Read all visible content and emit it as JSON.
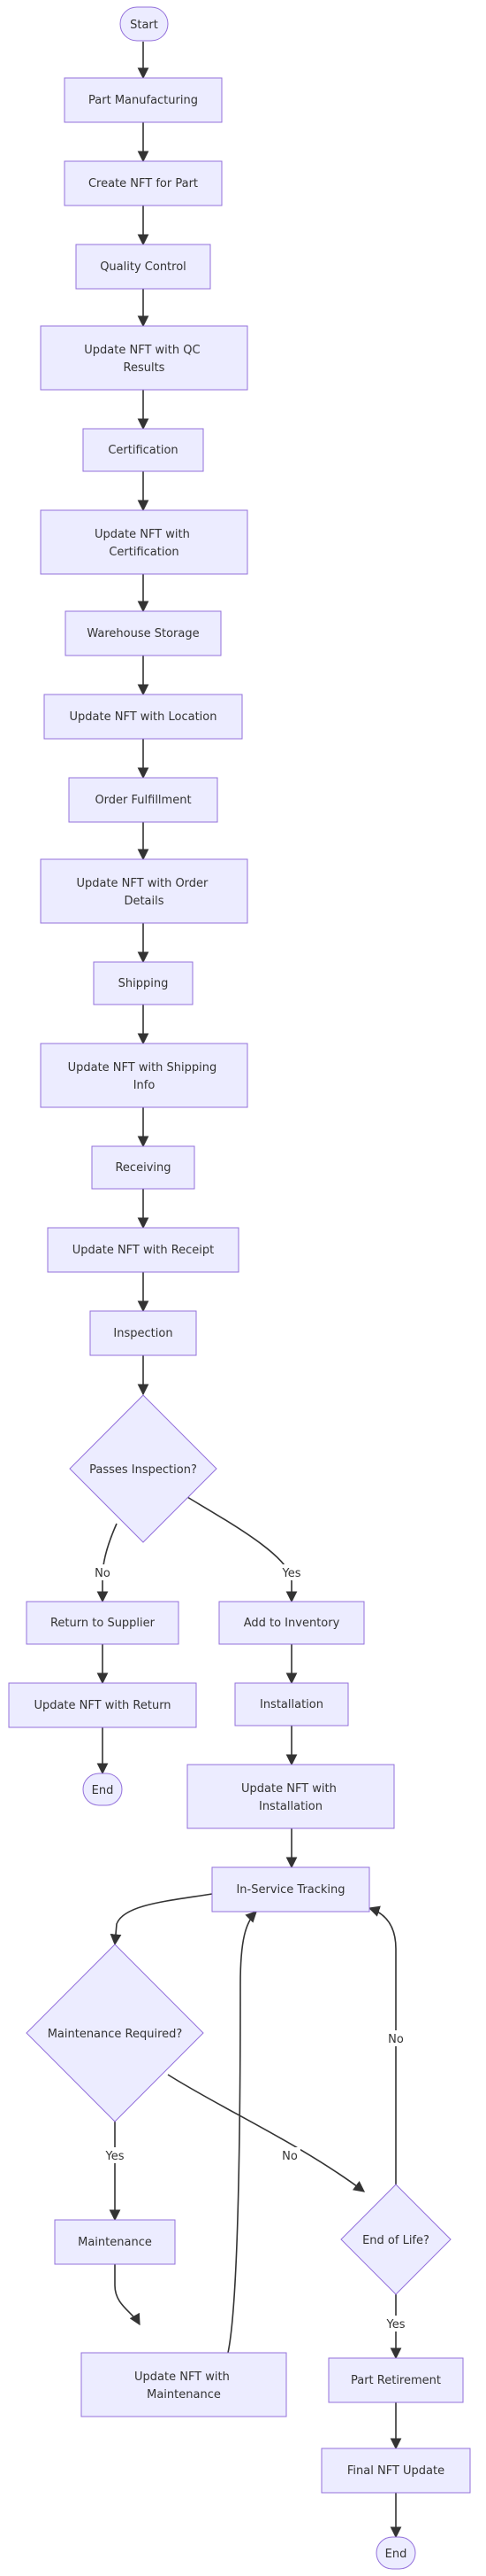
{
  "colors": {
    "node_fill": "#ECECFF",
    "node_stroke": "#9370DB",
    "edge": "#333333",
    "text": "#333333",
    "background": "#FFFFFF"
  },
  "nodes": {
    "start": "Start",
    "part_manufacturing": "Part Manufacturing",
    "create_nft": "Create NFT for Part",
    "quality_control": "Quality Control",
    "update_qc": "Update NFT with QC Results",
    "certification": "Certification",
    "update_certification": "Update NFT with Certification",
    "warehouse_storage": "Warehouse Storage",
    "update_location": "Update NFT with Location",
    "order_fulfillment": "Order Fulfillment",
    "update_order": "Update NFT with Order Details",
    "shipping": "Shipping",
    "update_shipping": "Update NFT with Shipping Info",
    "receiving": "Receiving",
    "update_receipt": "Update NFT with Receipt",
    "inspection": "Inspection",
    "passes_inspection": "Passes Inspection?",
    "return_to_supplier": "Return to Supplier",
    "update_return": "Update NFT with Return",
    "end_return": "End",
    "add_to_inventory": "Add to Inventory",
    "installation": "Installation",
    "update_installation": "Update NFT with Installation",
    "in_service_tracking": "In-Service Tracking",
    "maintenance_required": "Maintenance Required?",
    "maintenance": "Maintenance",
    "update_maintenance": "Update NFT with Maintenance",
    "end_of_life": "End of Life?",
    "part_retirement": "Part Retirement",
    "final_nft_update": "Final NFT Update",
    "end_final": "End"
  },
  "edge_labels": {
    "inspection_no": "No",
    "inspection_yes": "Yes",
    "maintenance_yes": "Yes",
    "maintenance_no": "No",
    "eol_no": "No",
    "eol_yes": "Yes"
  }
}
